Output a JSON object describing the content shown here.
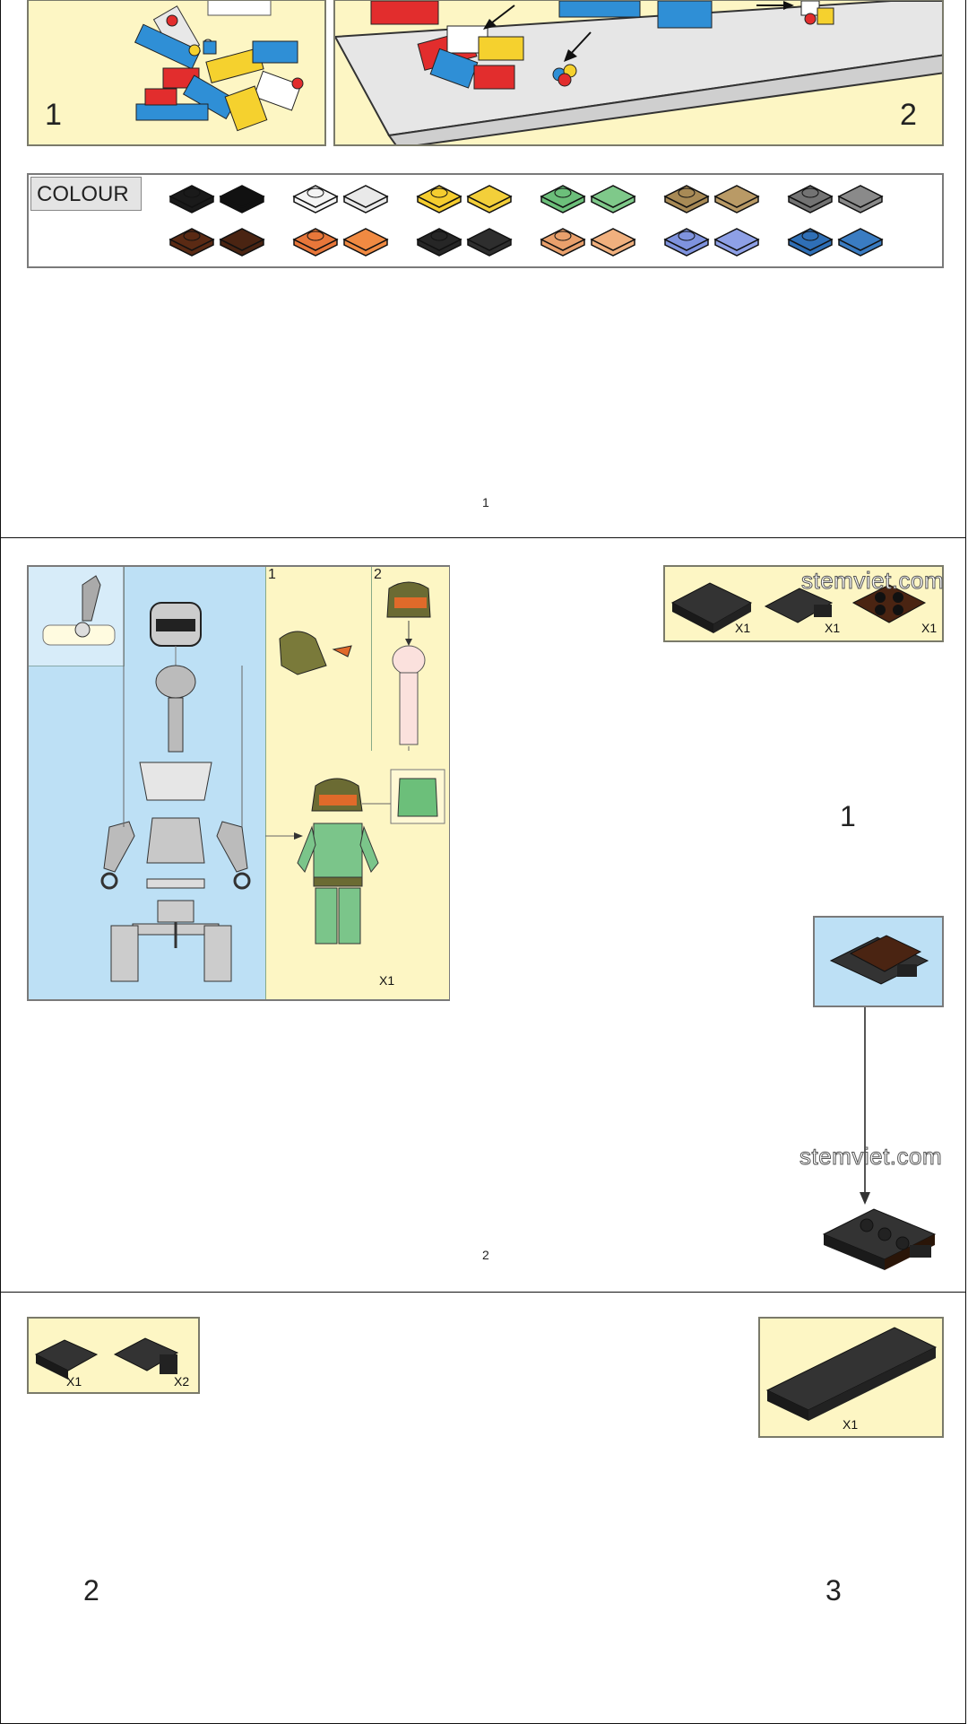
{
  "page1": {
    "panel1_number": "1",
    "panel2_number": "2",
    "colour_label": "COLOUR",
    "page_number": "1",
    "swatches": [
      "#1a1a1a",
      "#111111",
      "#f4f4f4",
      "#e9e9e9",
      "#f5cd2f",
      "#f3cf3a",
      "#6cbf7a",
      "#7fc98a",
      "#a88a56",
      "#b99a66",
      "#737373",
      "#8a8a8a",
      "#5a2a14",
      "#4a2412",
      "#e8773a",
      "#f08a42",
      "#262626",
      "#2e2e2e",
      "#e9a06c",
      "#f0b07e",
      "#7f93de",
      "#8ea0e6",
      "#2f6fb6",
      "#3a7cc2"
    ]
  },
  "page2": {
    "inset_sub1": "1",
    "inset_sub2": "2",
    "minifig_qty": "X1",
    "parts_qty": [
      "X1",
      "X1",
      "X1"
    ],
    "step_number": "1",
    "page_number": "2",
    "watermark1": "stemviet.com",
    "watermark2": "stemviet.com"
  },
  "page3": {
    "parts_qty": [
      "X1",
      "X2"
    ],
    "plate_qty": "X1",
    "step2": "2",
    "step3": "3"
  }
}
